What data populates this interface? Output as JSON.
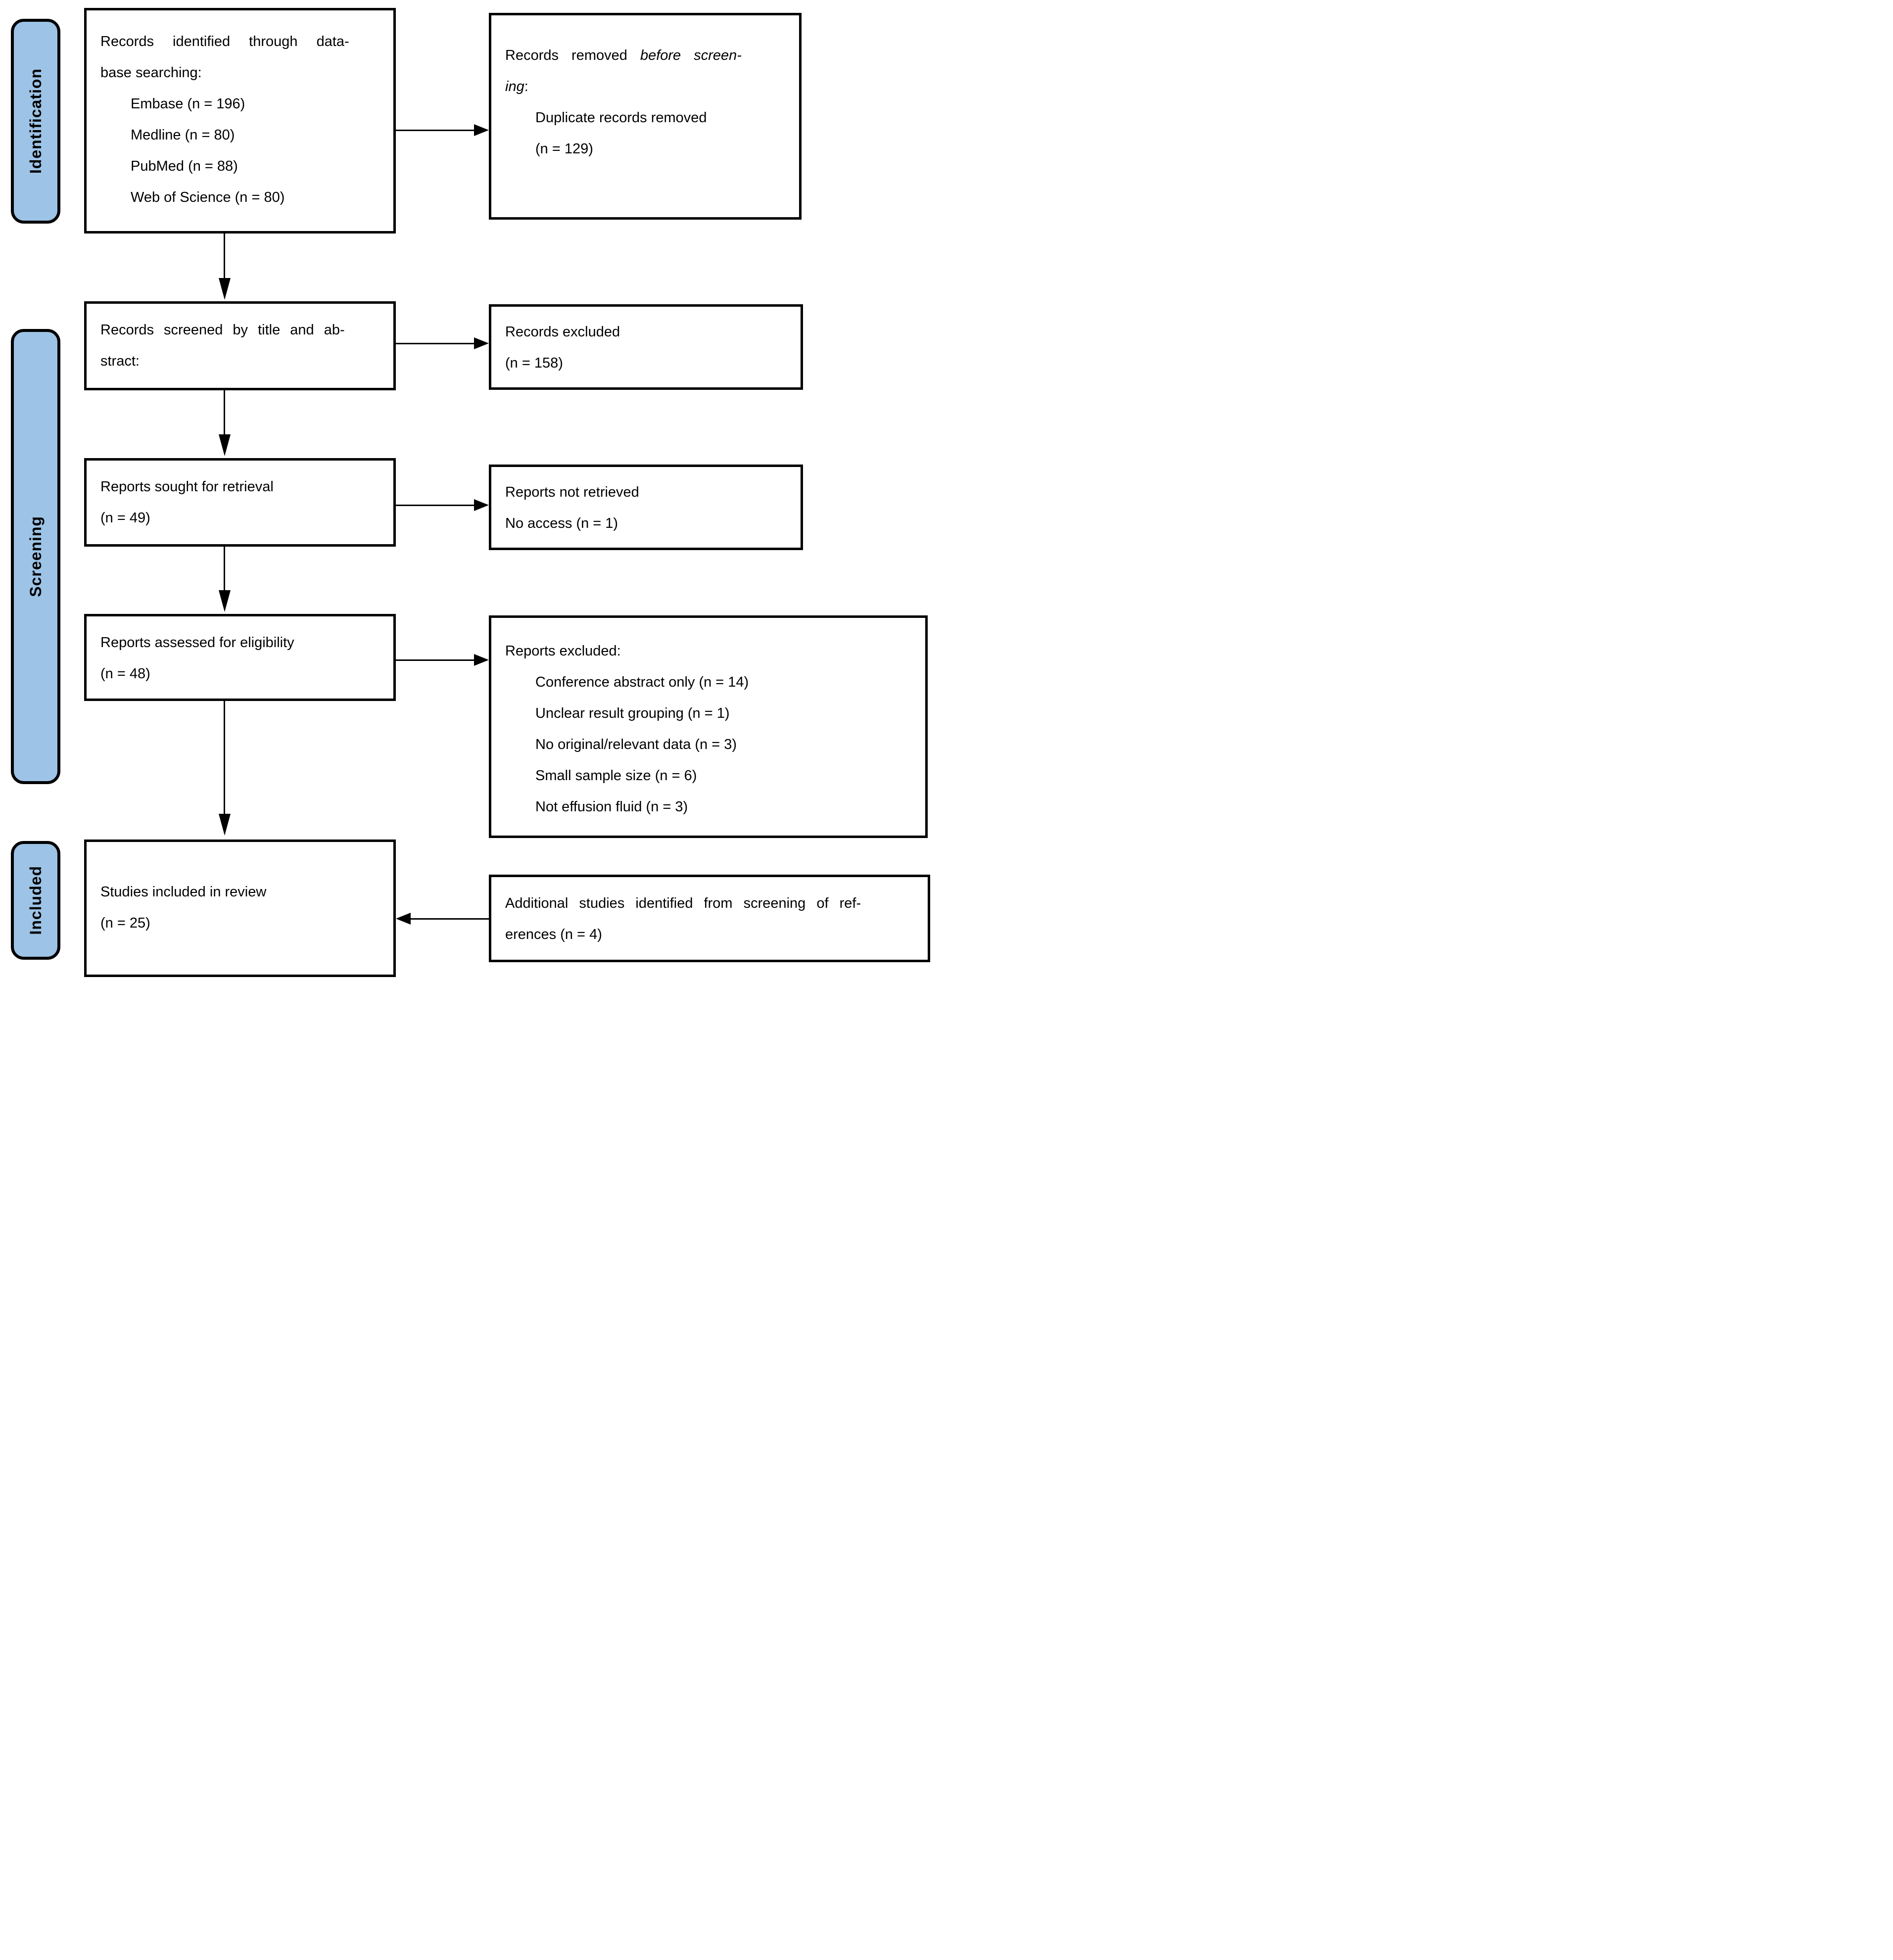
{
  "colors": {
    "stage_fill": "#9dc3e6",
    "line": "#000000",
    "box_background": "#ffffff"
  },
  "stages": {
    "identification": "Identification",
    "screening": "Screening",
    "included": "Included"
  },
  "boxes": {
    "identified": {
      "line1": "Records identified through data-",
      "line2": "base searching:",
      "items": [
        "Embase (n = 196)",
        "Medline (n = 80)",
        "PubMed (n = 88)",
        "Web of Science (n = 80)"
      ]
    },
    "removed": {
      "line1_normal": "Records removed ",
      "line1_italic": "before screen-",
      "line2_italic": "ing",
      "line2_suffix": ":",
      "items": [
        "Duplicate records removed",
        "(n = 129)"
      ]
    },
    "screened": {
      "line1": "Records screened by title and ab-",
      "line2": "stract:"
    },
    "records_excluded": {
      "line1": "Records excluded",
      "line2": "(n = 158)"
    },
    "sought": {
      "line1": "Reports sought for retrieval",
      "line2": "(n = 49)"
    },
    "not_retrieved": {
      "line1": "Reports not retrieved",
      "line2": "No access (n = 1)"
    },
    "assessed": {
      "line1": "Reports assessed for eligibility",
      "line2": "(n = 48)"
    },
    "reports_excluded": {
      "title": "Reports excluded:",
      "items": [
        "Conference abstract only (n = 14)",
        "Unclear result grouping (n = 1)",
        "No original/relevant data (n = 3)",
        "Small sample size (n = 6)",
        "Not effusion fluid (n = 3)"
      ]
    },
    "included_review": {
      "line1": "Studies included in review",
      "line2": "(n = 25)"
    },
    "additional": {
      "line1": "Additional studies identified from screening of ref-",
      "line2": "erences (n = 4)"
    }
  }
}
